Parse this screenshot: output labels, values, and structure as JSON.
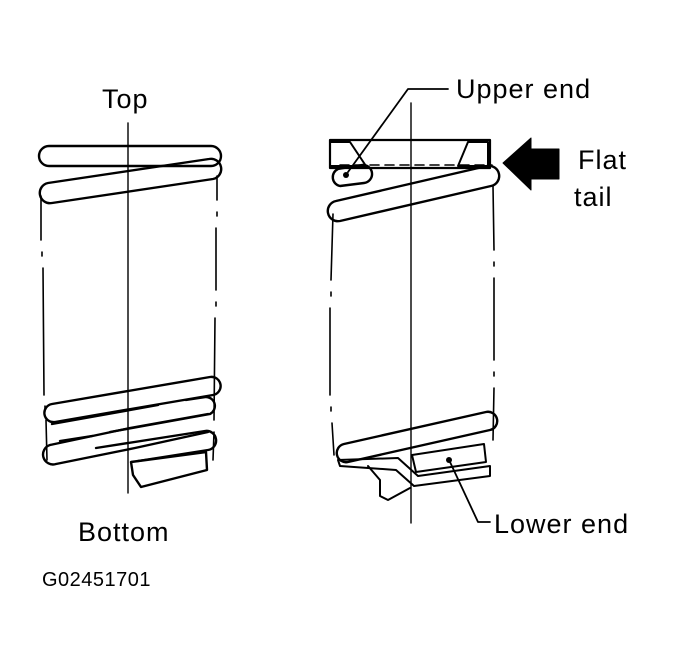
{
  "labels": {
    "top": "Top",
    "bottom": "Bottom",
    "upper_end": "Upper end",
    "flat_tail_line1": "Flat",
    "flat_tail_line2": "tail",
    "lower_end": "Lower end",
    "figure_code": "G02451701"
  }
}
